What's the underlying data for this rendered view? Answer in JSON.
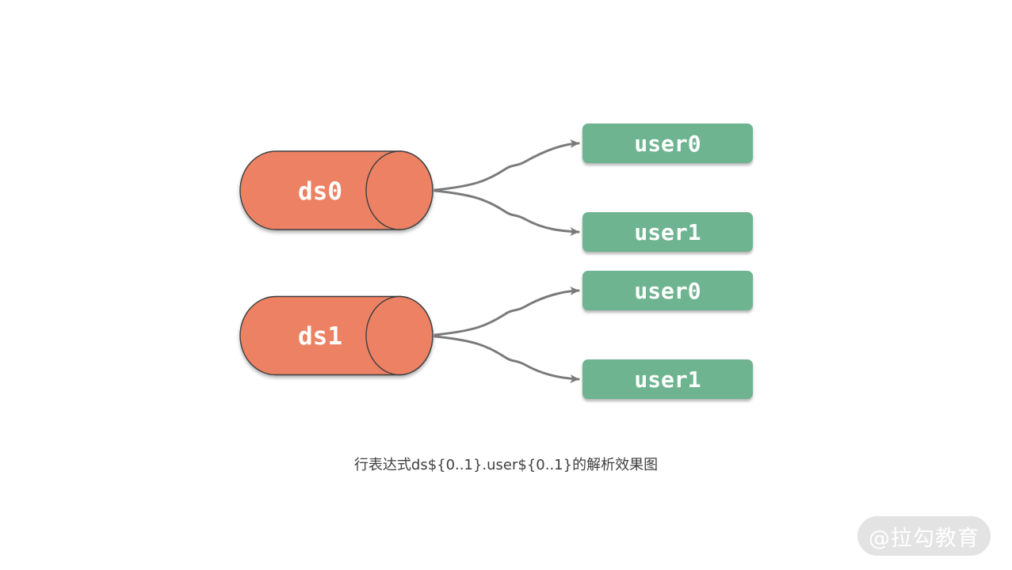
{
  "diagram": {
    "datasources": [
      {
        "label": "ds0"
      },
      {
        "label": "ds1"
      }
    ],
    "tables": [
      {
        "label": "user0"
      },
      {
        "label": "user1"
      },
      {
        "label": "user0"
      },
      {
        "label": "user1"
      }
    ],
    "connections": [
      {
        "from": "ds0",
        "to": "user0"
      },
      {
        "from": "ds0",
        "to": "user1"
      },
      {
        "from": "ds1",
        "to": "user0"
      },
      {
        "from": "ds1",
        "to": "user1"
      }
    ],
    "caption": "行表达式ds${0..1}.user${0..1}的解析效果图",
    "watermark": "@拉勾教育",
    "colors": {
      "cylinder_fill": "#ED8164",
      "cylinder_stroke": "#3F3F3F",
      "box_fill": "#6FB491",
      "arrow": "#7A7A7A",
      "caption_text": "#3F3F3F",
      "watermark_bg": "#E3E3E3",
      "watermark_text": "#FFFFFF"
    }
  }
}
